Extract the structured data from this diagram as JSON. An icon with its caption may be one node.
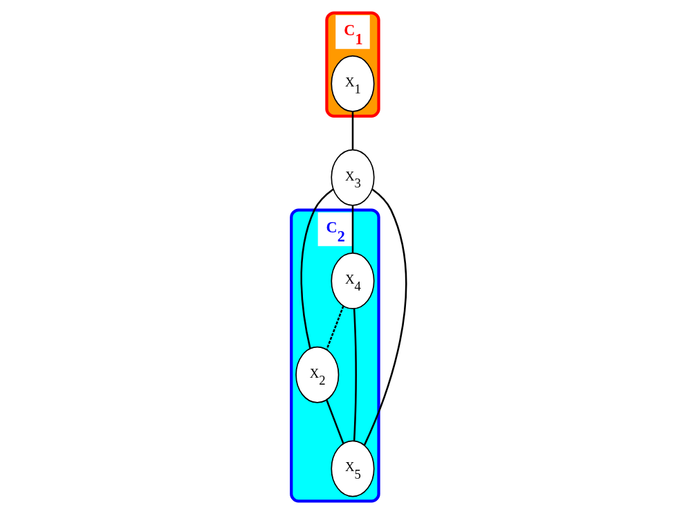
{
  "diagram": {
    "nodes": [
      {
        "text": [
          "C$_{1}$"
        ]
      },
      {
        "text": [
          "X$_{1}$"
        ],
        "in": 0
      },
      {
        "text": [
          "C$_{2}$"
        ]
      },
      {
        "text": [
          "X$_{2}$"
        ],
        "in": 2
      },
      {
        "text": [
          "X$_{3}$"
        ]
      },
      {
        "text": [
          "X$_{4}$"
        ],
        "in": 2
      },
      {
        "text": [
          "X$_{5}$"
        ],
        "in": 2
      }
    ],
    "edges": [
      {
        "from": 1,
        "to": 4,
        "arrow": "none"
      },
      {
        "from": 5,
        "to": 3,
        "arrow": "none",
        "style": "dashed"
      },
      {
        "from": 3,
        "to": 4,
        "arrow": "none"
      },
      {
        "from": 3,
        "to": 6,
        "arrow": "none"
      },
      {
        "from": 4,
        "to": 5,
        "arrow": "none"
      },
      {
        "from": 4,
        "to": 6,
        "arrow": "none"
      },
      {
        "from": 5,
        "to": 6,
        "arrow": "none"
      }
    ]
  }
}
